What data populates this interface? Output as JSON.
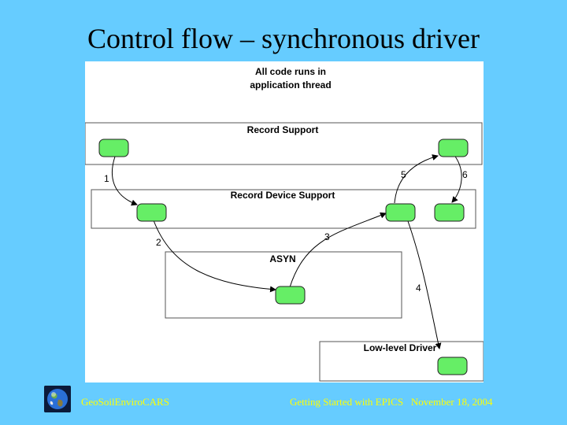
{
  "title": "Control flow – synchronous driver",
  "diagram": {
    "top_label_line1": "All code runs in",
    "top_label_line2": "application thread",
    "layers": {
      "record_support": "Record Support",
      "record_device_support": "Record Device Support",
      "asyn": "ASYN",
      "low_level_driver": "Low-level Driver"
    },
    "step_labels": [
      "1",
      "2",
      "3",
      "4",
      "5",
      "6"
    ],
    "node_color": "#66ee66"
  },
  "footer": {
    "org": "GeoSoilEnviroCARS",
    "talk": "Getting Started with EPICS   November 18, 2004"
  }
}
